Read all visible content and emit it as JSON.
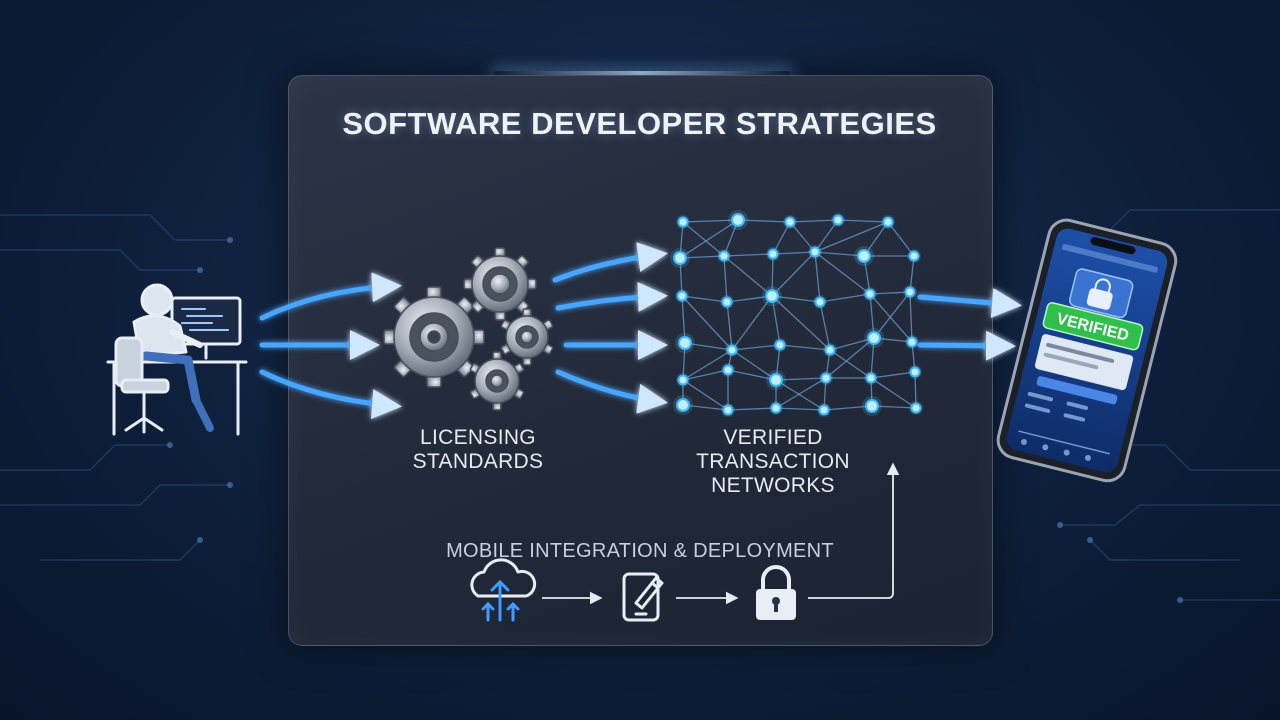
{
  "title": "SOFTWARE DEVELOPER STRATEGIES",
  "stages": {
    "licensing": [
      "LICENSING",
      "STANDARDS"
    ],
    "verified": [
      "VERIFIED",
      "TRANSACTION",
      "NETWORKS"
    ]
  },
  "mobile_section": {
    "label": "MOBILE INTEGRATION & DEPLOYMENT",
    "steps": [
      "cloud-upload-icon",
      "phone-edit-icon",
      "padlock-icon"
    ]
  },
  "phone_badge": "VERIFIED",
  "colors": {
    "background": "#10223f",
    "panel": "#262f41",
    "arrow": "#4aa6ff",
    "node": "#5fd0ff",
    "badge": "#2fbf4a"
  }
}
